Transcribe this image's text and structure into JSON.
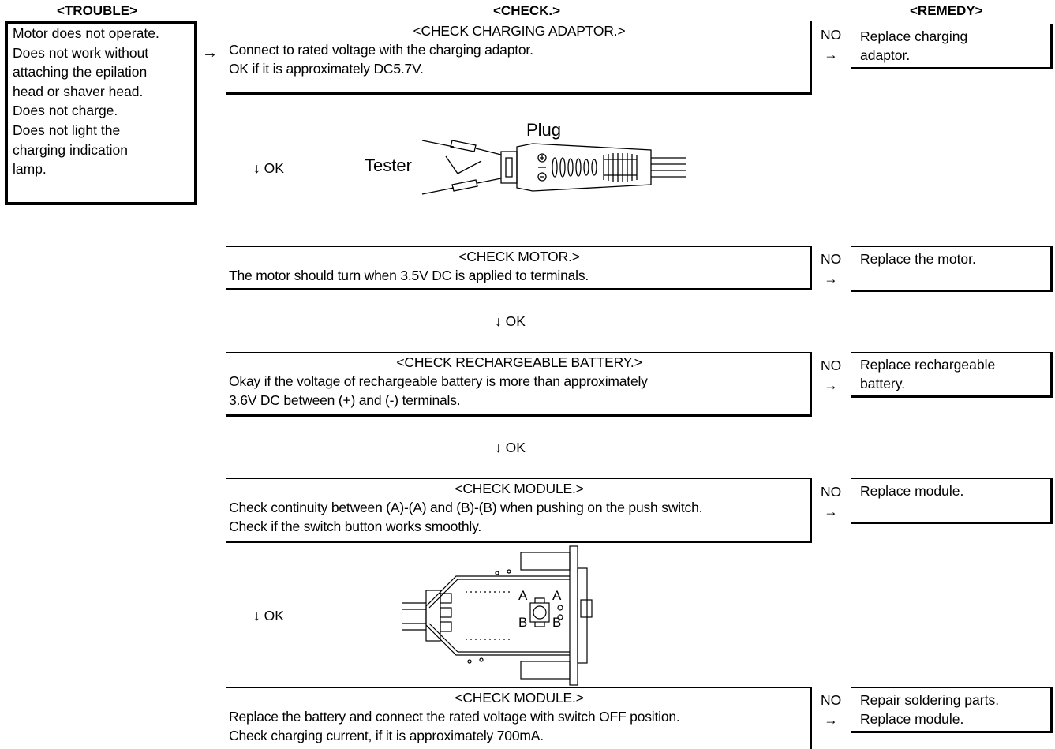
{
  "headers": {
    "trouble": "<TROUBLE>",
    "check": "<CHECK.>",
    "remedy": "<REMEDY>"
  },
  "trouble": {
    "lines": [
      "Motor does not operate.",
      "Does not work without",
      "attaching the epilation",
      "head or shaver head.",
      "Does not charge.",
      "Does not light the",
      "charging indication",
      "lamp."
    ]
  },
  "arrow_symbol": "→",
  "no_label": "NO",
  "ok_label": "OK",
  "checks": [
    {
      "title": "<CHECK CHARGING ADAPTOR.>",
      "lines": [
        "Connect to rated voltage with the charging adaptor.",
        "OK if it is approximately DC5.7V."
      ],
      "remedy": [
        "Replace charging",
        "adaptor."
      ]
    },
    {
      "title": "<CHECK MOTOR.>",
      "lines": [
        "The motor should turn when 3.5V DC is applied to terminals."
      ],
      "remedy": [
        "Replace the motor."
      ]
    },
    {
      "title": "<CHECK RECHARGEABLE BATTERY.>",
      "lines": [
        "Okay if the voltage of rechargeable battery is more than approximately",
        "3.6V DC between (+) and (-) terminals."
      ],
      "remedy": [
        "Replace rechargeable",
        "battery."
      ]
    },
    {
      "title": "<CHECK MODULE.>",
      "lines": [
        "Check continuity between (A)-(A) and (B)-(B) when pushing on the push switch.",
        "Check if the switch button works smoothly."
      ],
      "remedy": [
        "Replace module."
      ]
    },
    {
      "title": "<CHECK MODULE.>",
      "lines": [
        "Replace the battery and connect the rated voltage with switch OFF position.",
        "Check charging current, if it is approximately 700mA."
      ],
      "remedy": [
        "Repair soldering parts.",
        "Replace module."
      ]
    }
  ],
  "diagram1": {
    "plug_label": "Plug",
    "tester_label": "Tester"
  },
  "diagram2": {
    "label_a": "A",
    "label_b": "B"
  }
}
